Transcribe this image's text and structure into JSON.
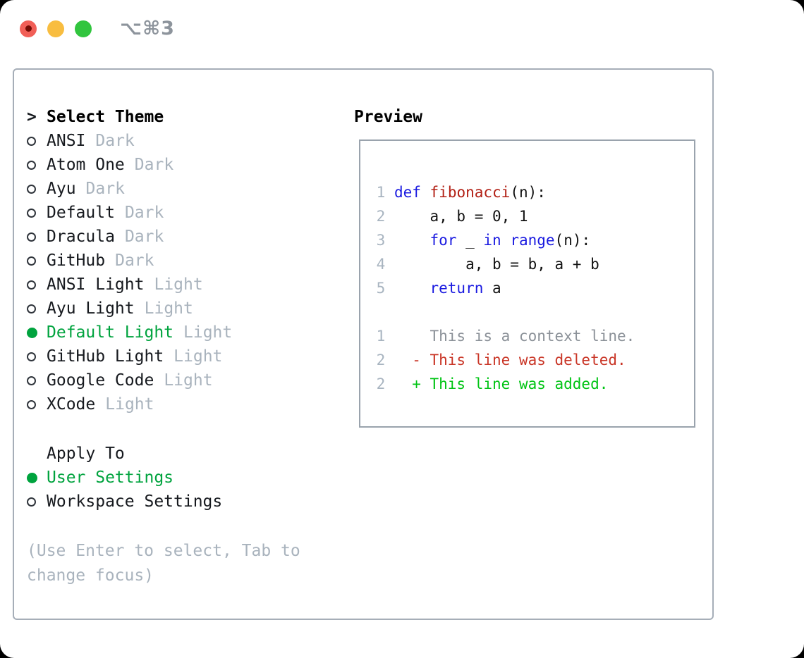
{
  "titlebar": {
    "shortcut": "⌥⌘3"
  },
  "panel": {
    "select_theme": {
      "cursor": ">",
      "title": "Select Theme",
      "items": [
        {
          "name": "ANSI",
          "variant": "Dark",
          "selected": false
        },
        {
          "name": "Atom One",
          "variant": "Dark",
          "selected": false
        },
        {
          "name": "Ayu",
          "variant": "Dark",
          "selected": false
        },
        {
          "name": "Default",
          "variant": "Dark",
          "selected": false
        },
        {
          "name": "Dracula",
          "variant": "Dark",
          "selected": false
        },
        {
          "name": "GitHub",
          "variant": "Dark",
          "selected": false
        },
        {
          "name": "ANSI Light",
          "variant": "Light",
          "selected": false
        },
        {
          "name": "Ayu Light",
          "variant": "Light",
          "selected": false
        },
        {
          "name": "Default Light",
          "variant": "Light",
          "selected": true
        },
        {
          "name": "GitHub Light",
          "variant": "Light",
          "selected": false
        },
        {
          "name": "Google Code",
          "variant": "Light",
          "selected": false
        },
        {
          "name": "XCode",
          "variant": "Light",
          "selected": false
        }
      ]
    },
    "apply_to": {
      "title": "Apply To",
      "options": [
        {
          "label": "User Settings",
          "selected": true
        },
        {
          "label": "Workspace Settings",
          "selected": false
        }
      ]
    },
    "hint": "(Use Enter to select, Tab to change focus)"
  },
  "preview": {
    "title": "Preview",
    "lines": [
      {
        "num": "1",
        "tokens": [
          {
            "t": " ",
            "c": "p"
          },
          {
            "t": "def",
            "c": "kw"
          },
          {
            "t": " ",
            "c": "p"
          },
          {
            "t": "fibonacci",
            "c": "fn"
          },
          {
            "t": "(n):",
            "c": "p"
          }
        ]
      },
      {
        "num": "2",
        "tokens": [
          {
            "t": "     a, b = 0, 1",
            "c": "p"
          }
        ]
      },
      {
        "num": "3",
        "tokens": [
          {
            "t": "     ",
            "c": "p"
          },
          {
            "t": "for",
            "c": "kw"
          },
          {
            "t": " _ ",
            "c": "p"
          },
          {
            "t": "in",
            "c": "kw"
          },
          {
            "t": " ",
            "c": "p"
          },
          {
            "t": "range",
            "c": "kw"
          },
          {
            "t": "(n):",
            "c": "p"
          }
        ]
      },
      {
        "num": "4",
        "tokens": [
          {
            "t": "         a, b = b, a + b",
            "c": "p"
          }
        ]
      },
      {
        "num": "5",
        "tokens": [
          {
            "t": "     ",
            "c": "p"
          },
          {
            "t": "return",
            "c": "kw"
          },
          {
            "t": " a",
            "c": "p"
          }
        ]
      },
      {
        "num": "",
        "tokens": []
      },
      {
        "num": "1",
        "tokens": [
          {
            "t": "     This is a context line.",
            "c": "ctx"
          }
        ]
      },
      {
        "num": "2",
        "tokens": [
          {
            "t": "   - This line was deleted.",
            "c": "del"
          }
        ]
      },
      {
        "num": "2",
        "tokens": [
          {
            "t": "   + This line was added.",
            "c": "add"
          }
        ]
      }
    ]
  },
  "colors": {
    "page_bg": "#000000",
    "window_bg": "#ffffff",
    "accent_green": "#00a33e",
    "text_primary": "#16191e",
    "muted_gray": "#a9b3bd",
    "panel_border": "#a6aeb8",
    "preview_border": "#9aa3ad",
    "line_number": "#a8b4c0",
    "code_keyword": "#1a1ae0",
    "code_function": "#b22015",
    "code_plain": "#121212",
    "diff_context": "#8b9198",
    "diff_deleted": "#c93526",
    "diff_added": "#00c414",
    "traffic_red": "#f15f57",
    "traffic_red_dot": "#750c04",
    "traffic_yellow": "#f8bd40",
    "traffic_green": "#31c53e",
    "shortcut_gray": "#8d949c"
  }
}
